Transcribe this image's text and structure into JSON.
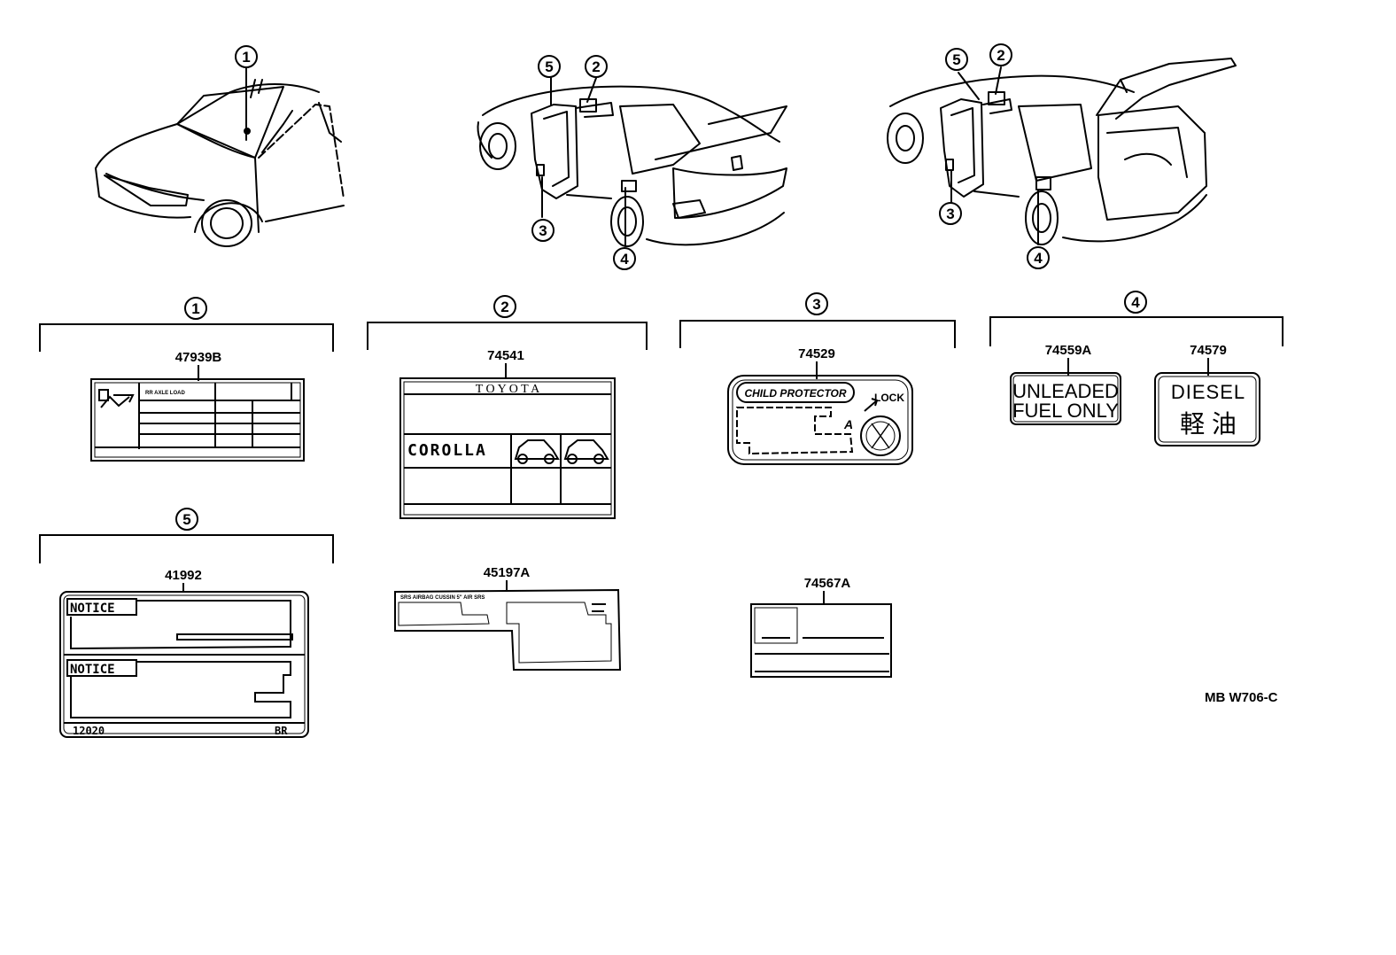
{
  "callouts": {
    "c1": "1",
    "c2": "2",
    "c3": "3",
    "c4": "4",
    "c5": "5"
  },
  "parts": {
    "p1": "47939B",
    "p2": "74541",
    "p3": "74529",
    "p4a": "74559A",
    "p4b": "74579",
    "p5": "41992",
    "p6": "45197A",
    "p7": "74567A"
  },
  "labels": {
    "axle_load": "RR AXLE LOAD",
    "toyota": "T O Y O T A",
    "corolla": "COROLLA",
    "child_protector": "CHILD PROTECTOR",
    "lock": "LOCK",
    "lock_letter": "A",
    "unleaded_line1": "UNLEADED",
    "unleaded_line2": "FUEL ONLY",
    "diesel": "DIESEL",
    "diesel_jp": "軽 油",
    "notice1": "NOTICE",
    "notice2": "NOTICE",
    "notice_code": "12020",
    "notice_br": "BR",
    "srs_text": "SRS AIRBAG  CUSSIN 5\" AIR SRS"
  },
  "diagram_code": "MB W706-C"
}
